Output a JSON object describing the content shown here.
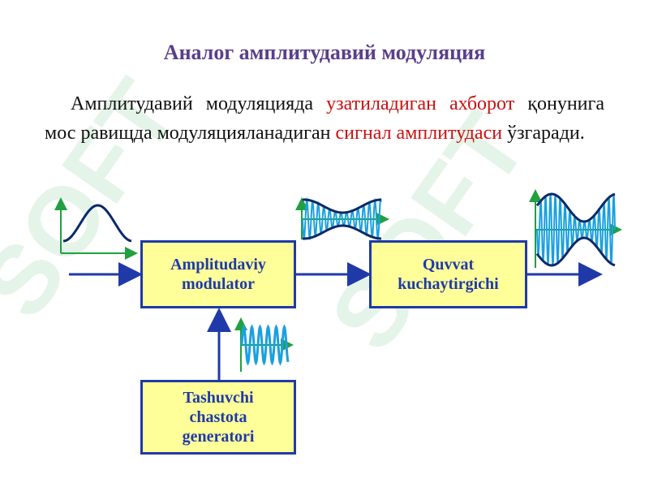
{
  "slide": {
    "title": "Аналог амплитудавий модуляция",
    "paragraph": [
      {
        "text": "Амплитудавий модуляцияда ",
        "highlight": false
      },
      {
        "text": "узатиладиган ахборот",
        "highlight": true
      },
      {
        "text": " қонунига мос равищда модуляцияланадиган ",
        "highlight": false
      },
      {
        "text": "сигнал амплитудаси",
        "highlight": true
      },
      {
        "text": " ўзгаради.",
        "highlight": false
      }
    ]
  },
  "blocks": {
    "modulator": {
      "line1": "Amplitudaviy",
      "line2": "modulator"
    },
    "amplifier": {
      "line1": "Quvvat",
      "line2": "kuchaytirgichi"
    },
    "generator": {
      "line1": "Tashuvchi",
      "line2": "chastota",
      "line3": "generatori"
    }
  },
  "colors": {
    "title": "#5a3e8c",
    "highlight": "#cc1010",
    "block_fill": "#ffff99",
    "block_border": "#1f3aa8",
    "arrow": "#1f3aa8",
    "wave": "#1aa0e0",
    "axis": "#20a040",
    "envelope": "#0a2a6a"
  },
  "icons": {
    "message_wave": "sine-wave-icon",
    "carrier_wave": "carrier-wave-icon",
    "am_wave": "am-signal-icon"
  }
}
